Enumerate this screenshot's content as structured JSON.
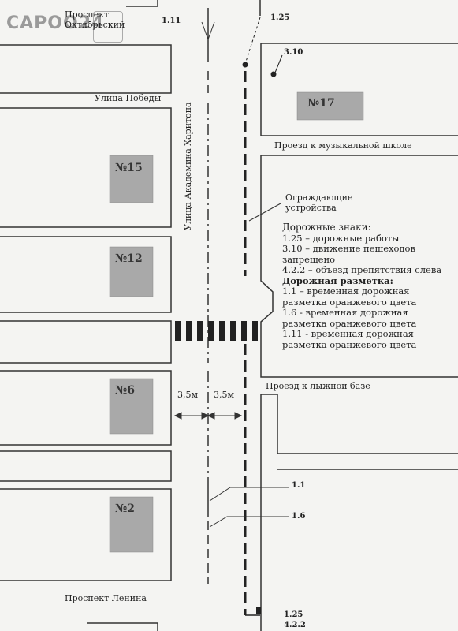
{
  "logo": {
    "text": "CAPOO24"
  },
  "streets": {
    "oktyabrsky": "Проспект\nОктябрьский",
    "pobedy": "Улица Победы",
    "kharitona": "Улица Академика Харитона",
    "music_school": "Проезд к музыкальной школе",
    "ski_base": "Проезд к лыжной базе",
    "lenina": "Проспект Ленина"
  },
  "buildings": {
    "b17": "№17",
    "b15": "№15",
    "b12": "№12",
    "b6": "№6",
    "b2": "№2"
  },
  "callouts": {
    "sign_1_11": "1.11",
    "sign_1_25_top": "1.25",
    "sign_3_10": "3.10",
    "barriers": "Ограждающие\nустройства",
    "mark_1_1": "1.1",
    "mark_1_6": "1.6",
    "sign_1_25_bottom": "1.25",
    "sign_4_2_2": "4.2.2"
  },
  "dimensions": {
    "left_lane": "3,5м",
    "right_lane": "3,5м"
  },
  "legend": {
    "signs_title": "Дорожные знаки:",
    "signs": [
      "1.25 – дорожные работы",
      "3.10 – движение пешеходов запрещено",
      "4.2.2 – объезд препятствия слева"
    ],
    "marking_title": "Дорожная разметка:",
    "markings": [
      "1.1 – временная дорожная разметка оранжевого цвета",
      "1.6  - временная дорожная разметка оранжевого цвета",
      "1.11 - временная дорожная разметка оранжевого цвета"
    ]
  },
  "colors": {
    "building_fill": "#a9a9a9",
    "line": "#333333"
  }
}
